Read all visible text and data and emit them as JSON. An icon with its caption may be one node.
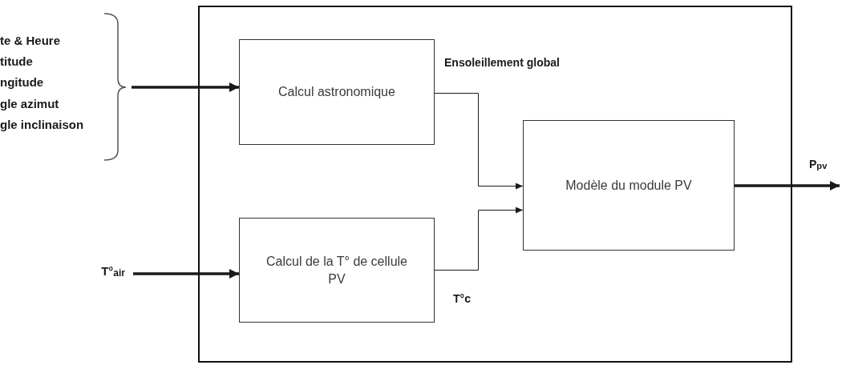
{
  "diagram": {
    "nodes": [
      {
        "text": [
          "te & Heure",
          "titude",
          "ngitude",
          "gle azimut",
          "gle inclinaison"
        ]
      },
      {
        "text": [
          "T°$_{air}$"
        ]
      },
      {
        "text": [],
        "shape": "box"
      },
      {
        "text": [
          "Calcul astronomique"
        ],
        "in": 2
      },
      {
        "text": [
          "Calcul de la T° de cellule PV"
        ],
        "in": 2
      },
      {
        "text": [
          "Modèle du module PV"
        ],
        "in": 2
      }
    ],
    "edges": [
      {
        "from": 0,
        "to": 3,
        "arrow": "to"
      },
      {
        "from": 1,
        "to": 4,
        "arrow": "to"
      },
      {
        "from": 3,
        "to": 5,
        "arrow": "to",
        "label": "Ensoleillement global"
      },
      {
        "from": 4,
        "to": 5,
        "arrow": "to",
        "label": "T°c"
      },
      {
        "from": 5,
        "to": null,
        "arrow": "to",
        "label": "P$_{pv}$"
      }
    ]
  }
}
